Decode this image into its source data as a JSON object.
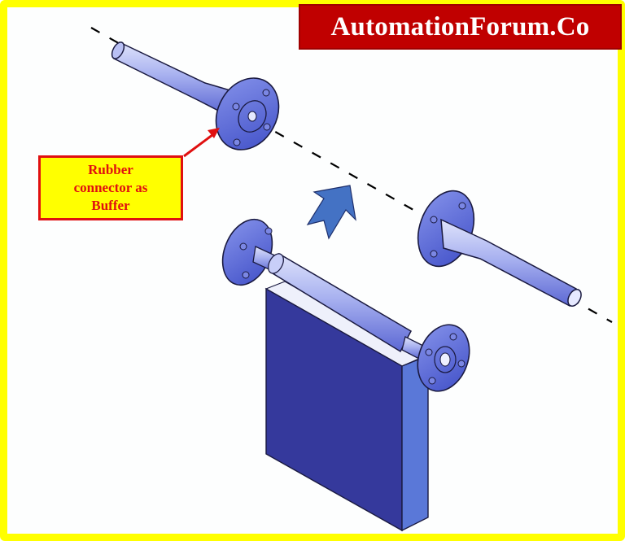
{
  "brand": {
    "label": "AutomationForum.Co",
    "background": "#c00000",
    "text_color": "#ffffff"
  },
  "frame": {
    "border_color": "#ffff00"
  },
  "callout": {
    "lines": [
      "Rubber",
      "connector as",
      "Buffer"
    ],
    "background": "#ffff00",
    "border_color": "#e01010",
    "text_color": "#e01010"
  },
  "diagram": {
    "subject": "Coriolis mass flow meter installation with flanged pipe connections",
    "parts": [
      {
        "name": "inlet-pipe-with-flange",
        "position": "upper-left"
      },
      {
        "name": "outlet-pipe-with-flange",
        "position": "right"
      },
      {
        "name": "flow-meter-body",
        "position": "center"
      },
      {
        "name": "installation-direction-arrow",
        "color": "#4472c4"
      },
      {
        "name": "pipe-centerline",
        "style": "dashed"
      }
    ],
    "colors": {
      "meter_body": "#35399c",
      "meter_side": "#5a78d8",
      "pipe": "#9aa6ec",
      "flange": "#5566d8",
      "arrow": "#4472c4"
    }
  }
}
